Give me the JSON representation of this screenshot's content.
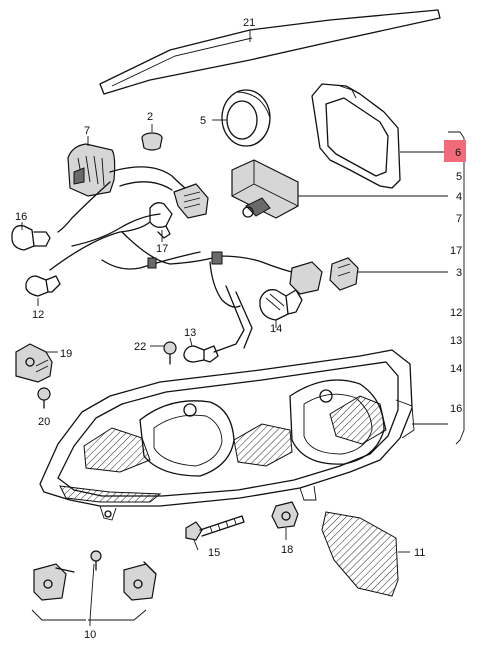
{
  "highlight_color": "#f26b7a",
  "labels": {
    "l21": "21",
    "l2": "2",
    "l5": "5",
    "l7": "7",
    "l6": "6",
    "r5": "5",
    "r4": "4",
    "r7": "7",
    "r17": "17",
    "r3": "3",
    "r12": "12",
    "r13": "13",
    "r14": "14",
    "r16": "16",
    "l16": "16",
    "l17": "17",
    "l12": "12",
    "l14": "14",
    "l22": "22",
    "l13": "13",
    "l19": "19",
    "l20": "20",
    "l15": "15",
    "l18": "18",
    "l11": "11",
    "l10": "10"
  }
}
